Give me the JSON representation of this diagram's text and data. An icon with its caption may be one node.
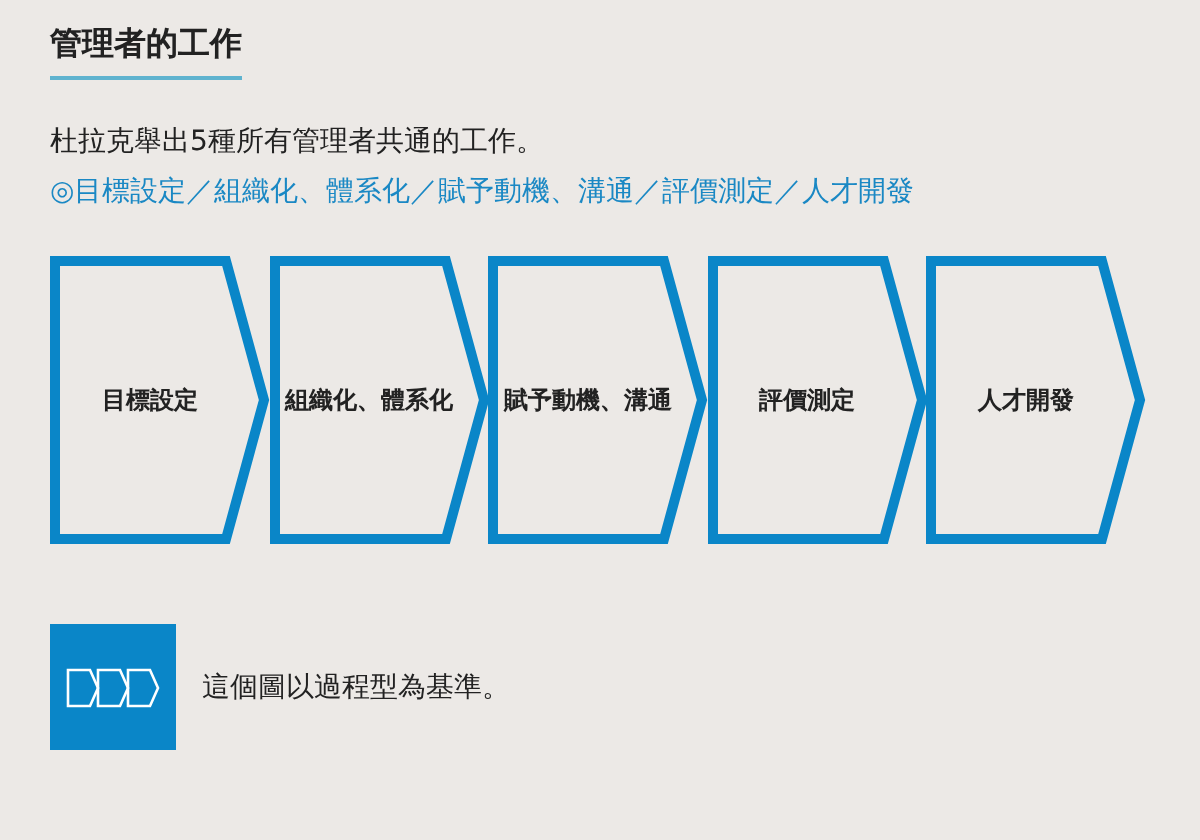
{
  "diagram": {
    "title": "管理者的工作",
    "nodes": [
      {
        "text": [
          "目標設定"
        ]
      },
      {
        "text": [
          "組織化、體系化"
        ]
      },
      {
        "text": [
          "賦予動機、溝通"
        ]
      },
      {
        "text": [
          "評價測定"
        ]
      },
      {
        "text": [
          "人才開發"
        ]
      }
    ],
    "labels": [
      "杜拉克舉出5種所有管理者共通的工作。",
      "◎目標設定／組織化、體系化／賦予動機、溝通／評價測定／人才開發",
      "這個圖以過程型為基準。"
    ]
  }
}
